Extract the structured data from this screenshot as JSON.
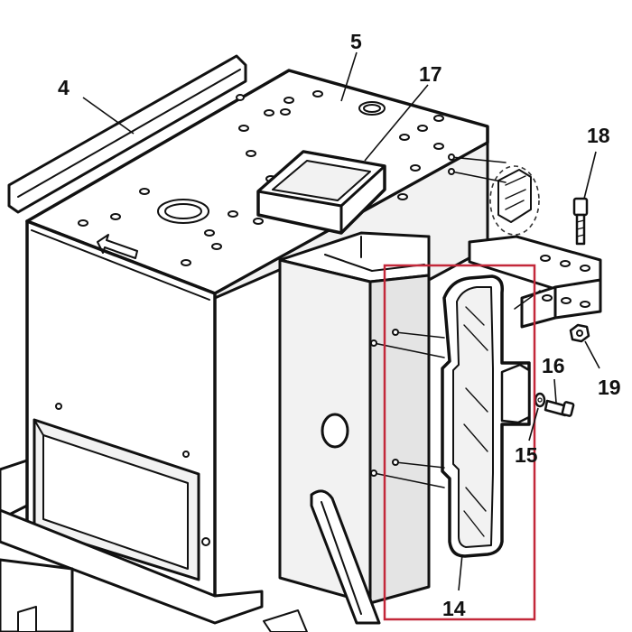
{
  "diagram": {
    "callouts": [
      {
        "id": "4",
        "label": "4"
      },
      {
        "id": "5",
        "label": "5"
      },
      {
        "id": "17",
        "label": "17"
      },
      {
        "id": "18",
        "label": "18"
      },
      {
        "id": "16",
        "label": "16"
      },
      {
        "id": "19",
        "label": "19"
      },
      {
        "id": "15",
        "label": "15"
      },
      {
        "id": "14",
        "label": "14"
      }
    ],
    "highlight_color": "#c3283a",
    "line_color": "#111111"
  }
}
